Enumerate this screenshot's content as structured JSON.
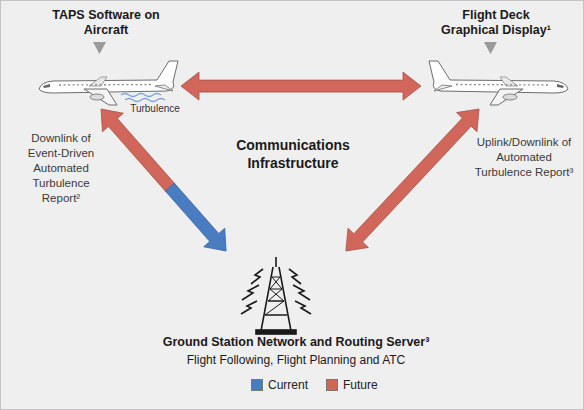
{
  "diagram": {
    "nodes": [
      {
        "text": [
          "TAPS Software on Aircraft"
        ]
      },
      {
        "text": [
          "Flight Deck Graphical Display¹"
        ]
      },
      {
        "text": [
          "Ground Station Network and Routing Server³",
          "Flight Following, Flight Planning and ATC"
        ]
      }
    ],
    "edges": [
      {
        "from": 0,
        "to": 1,
        "arrow": "both"
      },
      {
        "from": 0,
        "to": 2,
        "label": "Downlink of Event-Driven Automated Turbulence Report²",
        "arrow": "both"
      },
      {
        "from": 1,
        "to": 2,
        "label": "Uplink/Downlink of Automated Turbulence Report³",
        "arrow": "both"
      }
    ],
    "labels": [
      "Turbulence",
      "Communications Infrastructure"
    ],
    "legend": [
      {
        "text": "Current",
        "color": "#4a7cc2"
      },
      {
        "text": "Future",
        "color": "#d0675a"
      }
    ]
  }
}
